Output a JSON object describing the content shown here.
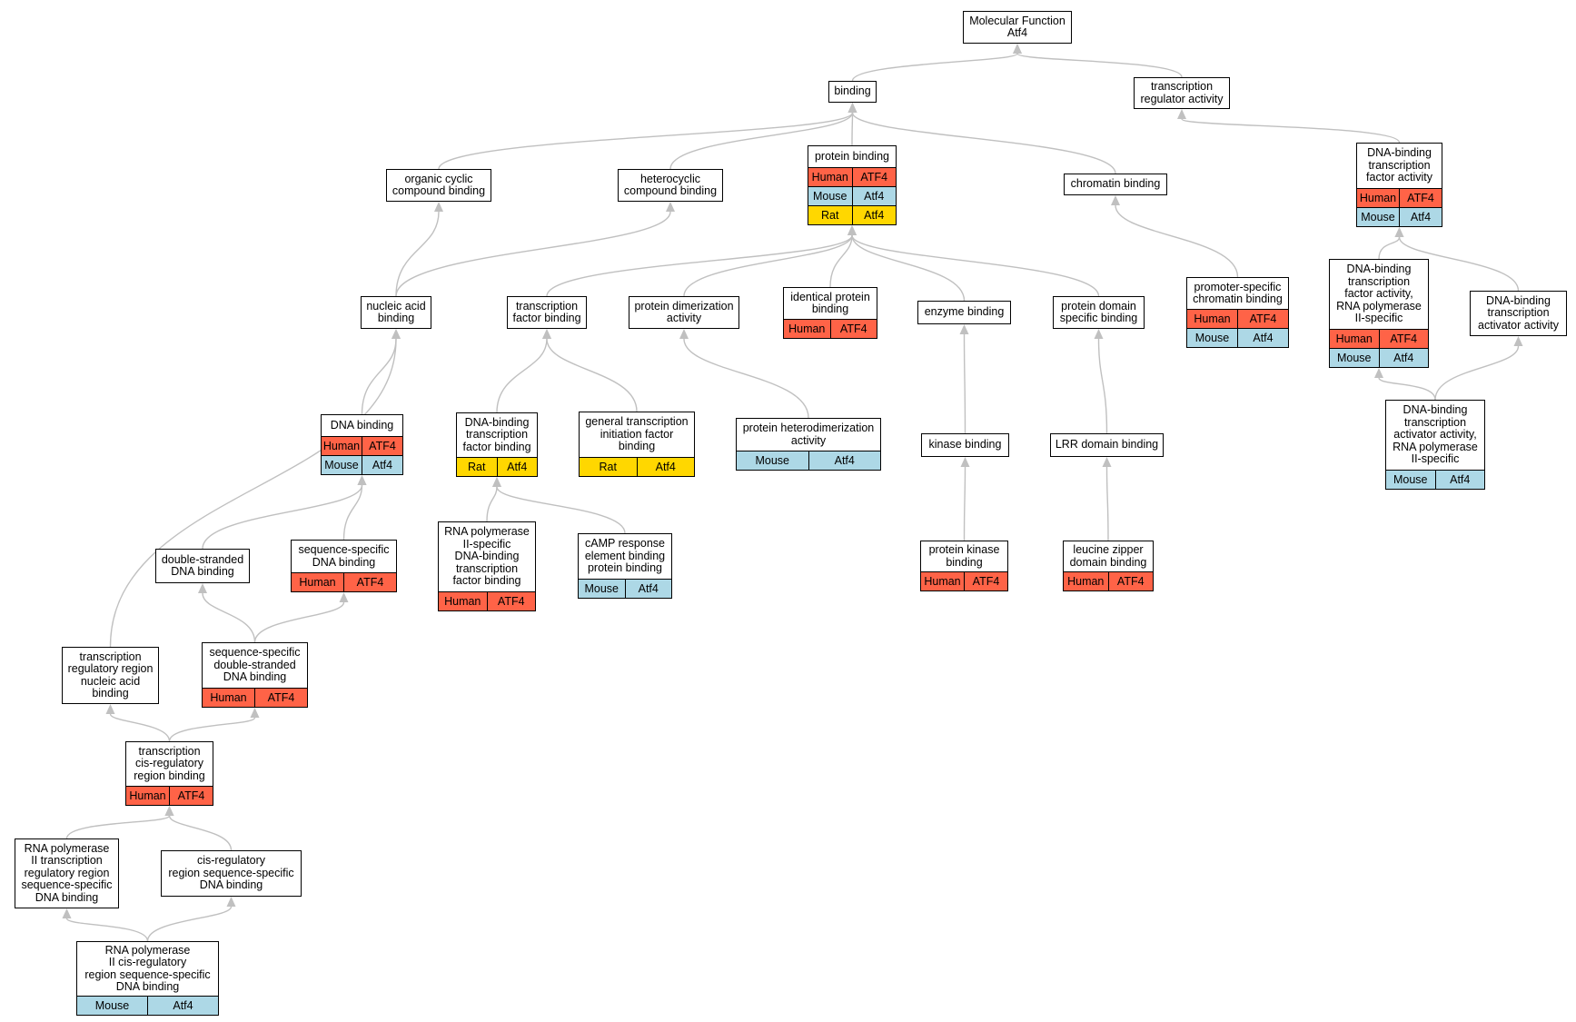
{
  "colors": {
    "human": "#ff6347",
    "mouse": "#add8e6",
    "rat": "#ffd700",
    "edge": "#c0c0c0"
  },
  "nodes": [
    {
      "id": "mf",
      "label": "Molecular Function\nAtf4",
      "rows": []
    },
    {
      "id": "binding",
      "label": "binding",
      "rows": []
    },
    {
      "id": "trregact",
      "label": "transcription\nregulator activity",
      "rows": []
    },
    {
      "id": "ocyc",
      "label": "organic cyclic\ncompound binding",
      "rows": []
    },
    {
      "id": "hetcyc",
      "label": "heterocyclic\ncompound binding",
      "rows": []
    },
    {
      "id": "protbind",
      "label": "protein binding",
      "rows": [
        {
          "sp": "human",
          "species": "Human",
          "gene": "ATF4"
        },
        {
          "sp": "mouse",
          "species": "Mouse",
          "gene": "Atf4"
        },
        {
          "sp": "rat",
          "species": "Rat",
          "gene": "Atf4"
        }
      ]
    },
    {
      "id": "chrom",
      "label": "chromatin binding",
      "rows": []
    },
    {
      "id": "dbtfa",
      "label": "DNA-binding\ntranscription\nfactor activity",
      "rows": [
        {
          "sp": "human",
          "species": "Human",
          "gene": "ATF4"
        },
        {
          "sp": "mouse",
          "species": "Mouse",
          "gene": "Atf4"
        }
      ]
    },
    {
      "id": "nab",
      "label": "nucleic acid\nbinding",
      "rows": []
    },
    {
      "id": "tfb",
      "label": "transcription\nfactor binding",
      "rows": []
    },
    {
      "id": "pdim",
      "label": "protein dimerization\nactivity",
      "rows": []
    },
    {
      "id": "idprot",
      "label": "identical protein\nbinding",
      "rows": [
        {
          "sp": "human",
          "species": "Human",
          "gene": "ATF4"
        }
      ]
    },
    {
      "id": "enzb",
      "label": "enzyme binding",
      "rows": []
    },
    {
      "id": "pdsb",
      "label": "protein domain\nspecific binding",
      "rows": []
    },
    {
      "id": "promchrom",
      "label": "promoter-specific\nchromatin binding",
      "rows": [
        {
          "sp": "human",
          "species": "Human",
          "gene": "ATF4"
        },
        {
          "sp": "mouse",
          "species": "Mouse",
          "gene": "Atf4"
        }
      ]
    },
    {
      "id": "dbtfa2",
      "label": "DNA-binding\ntranscription\nfactor activity,\nRNA polymerase\nII-specific",
      "rows": [
        {
          "sp": "human",
          "species": "Human",
          "gene": "ATF4"
        },
        {
          "sp": "mouse",
          "species": "Mouse",
          "gene": "Atf4"
        }
      ]
    },
    {
      "id": "dbtaa",
      "label": "DNA-binding\ntranscription\nactivator activity",
      "rows": []
    },
    {
      "id": "dnab",
      "label": "DNA binding",
      "rows": [
        {
          "sp": "human",
          "species": "Human",
          "gene": "ATF4"
        },
        {
          "sp": "mouse",
          "species": "Mouse",
          "gene": "Atf4"
        }
      ]
    },
    {
      "id": "dbtfb",
      "label": "DNA-binding\ntranscription\nfactor binding",
      "rows": [
        {
          "sp": "rat",
          "species": "Rat",
          "gene": "Atf4"
        }
      ]
    },
    {
      "id": "gtif",
      "label": "general transcription\ninitiation factor\nbinding",
      "rows": [
        {
          "sp": "rat",
          "species": "Rat",
          "gene": "Atf4"
        }
      ]
    },
    {
      "id": "phet",
      "label": "protein heterodimerization\nactivity",
      "rows": [
        {
          "sp": "mouse",
          "species": "Mouse",
          "gene": "Atf4"
        }
      ]
    },
    {
      "id": "kinb",
      "label": "kinase binding",
      "rows": []
    },
    {
      "id": "lrr",
      "label": "LRR domain binding",
      "rows": []
    },
    {
      "id": "dbtaa2",
      "label": "DNA-binding\ntranscription\nactivator activity,\nRNA polymerase\nII-specific",
      "rows": [
        {
          "sp": "mouse",
          "species": "Mouse",
          "gene": "Atf4"
        }
      ]
    },
    {
      "id": "dsdna",
      "label": "double-stranded\nDNA binding",
      "rows": []
    },
    {
      "id": "ssdna",
      "label": "sequence-specific\nDNA binding",
      "rows": [
        {
          "sp": "human",
          "species": "Human",
          "gene": "ATF4"
        }
      ]
    },
    {
      "id": "rnap2dbtfb",
      "label": "RNA polymerase\nII-specific\nDNA-binding\ntranscription\nfactor binding",
      "rows": [
        {
          "sp": "human",
          "species": "Human",
          "gene": "ATF4"
        }
      ]
    },
    {
      "id": "camp",
      "label": "cAMP response\nelement binding\nprotein binding",
      "rows": [
        {
          "sp": "mouse",
          "species": "Mouse",
          "gene": "Atf4"
        }
      ]
    },
    {
      "id": "pkb",
      "label": "protein kinase\nbinding",
      "rows": [
        {
          "sp": "human",
          "species": "Human",
          "gene": "ATF4"
        }
      ]
    },
    {
      "id": "lzip",
      "label": "leucine zipper\ndomain binding",
      "rows": [
        {
          "sp": "human",
          "species": "Human",
          "gene": "ATF4"
        }
      ]
    },
    {
      "id": "trrnab",
      "label": "transcription\nregulatory region\nnucleic acid\nbinding",
      "rows": []
    },
    {
      "id": "ssdsdna",
      "label": "sequence-specific\ndouble-stranded\nDNA binding",
      "rows": [
        {
          "sp": "human",
          "species": "Human",
          "gene": "ATF4"
        }
      ]
    },
    {
      "id": "tcrrb",
      "label": "transcription\ncis-regulatory\nregion binding",
      "rows": [
        {
          "sp": "human",
          "species": "Human",
          "gene": "ATF4"
        }
      ]
    },
    {
      "id": "rnap2trr",
      "label": "RNA polymerase\nII transcription\nregulatory region\nsequence-specific\nDNA binding",
      "rows": []
    },
    {
      "id": "crrss",
      "label": "cis-regulatory\nregion sequence-specific\nDNA binding",
      "rows": []
    },
    {
      "id": "rnap2crr",
      "label": "RNA polymerase\nII cis-regulatory\nregion sequence-specific\nDNA binding",
      "rows": [
        {
          "sp": "mouse",
          "species": "Mouse",
          "gene": "Atf4"
        }
      ]
    }
  ],
  "edges": [
    {
      "from": "binding",
      "to": "mf"
    },
    {
      "from": "trregact",
      "to": "mf"
    },
    {
      "from": "ocyc",
      "to": "binding"
    },
    {
      "from": "hetcyc",
      "to": "binding"
    },
    {
      "from": "protbind",
      "to": "binding"
    },
    {
      "from": "chrom",
      "to": "binding"
    },
    {
      "from": "dbtfa",
      "to": "trregact"
    },
    {
      "from": "nab",
      "to": "ocyc"
    },
    {
      "from": "nab",
      "to": "hetcyc"
    },
    {
      "from": "tfb",
      "to": "protbind"
    },
    {
      "from": "pdim",
      "to": "protbind"
    },
    {
      "from": "idprot",
      "to": "protbind"
    },
    {
      "from": "enzb",
      "to": "protbind"
    },
    {
      "from": "pdsb",
      "to": "protbind"
    },
    {
      "from": "promchrom",
      "to": "chrom"
    },
    {
      "from": "dbtfa2",
      "to": "dbtfa"
    },
    {
      "from": "dbtaa",
      "to": "dbtfa"
    },
    {
      "from": "dnab",
      "to": "nab"
    },
    {
      "from": "trrnab",
      "to": "nab"
    },
    {
      "from": "dbtfb",
      "to": "tfb"
    },
    {
      "from": "gtif",
      "to": "tfb"
    },
    {
      "from": "phet",
      "to": "pdim"
    },
    {
      "from": "kinb",
      "to": "enzb"
    },
    {
      "from": "lrr",
      "to": "pdsb"
    },
    {
      "from": "dbtaa2",
      "to": "dbtfa2"
    },
    {
      "from": "dbtaa2",
      "to": "dbtaa"
    },
    {
      "from": "dsdna",
      "to": "dnab"
    },
    {
      "from": "ssdna",
      "to": "dnab"
    },
    {
      "from": "rnap2dbtfb",
      "to": "dbtfb"
    },
    {
      "from": "camp",
      "to": "dbtfb"
    },
    {
      "from": "pkb",
      "to": "kinb"
    },
    {
      "from": "lzip",
      "to": "lrr"
    },
    {
      "from": "ssdsdna",
      "to": "dsdna"
    },
    {
      "from": "ssdsdna",
      "to": "ssdna"
    },
    {
      "from": "tcrrb",
      "to": "trrnab"
    },
    {
      "from": "tcrrb",
      "to": "ssdsdna"
    },
    {
      "from": "rnap2trr",
      "to": "tcrrb"
    },
    {
      "from": "crrss",
      "to": "tcrrb"
    },
    {
      "from": "rnap2crr",
      "to": "rnap2trr"
    },
    {
      "from": "rnap2crr",
      "to": "crrss"
    }
  ]
}
